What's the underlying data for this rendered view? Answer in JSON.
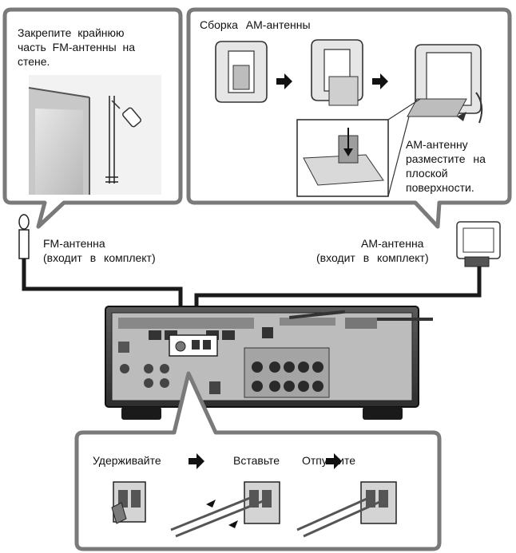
{
  "fm_panel": {
    "instruction_line1": "Закрепите крайнюю",
    "instruction_line2": "часть FM-антенны на",
    "instruction_line3": "стене."
  },
  "am_panel": {
    "title": "Сборка АМ-антенны",
    "placement_line1": "АМ-антенну",
    "placement_line2": "разместите на",
    "placement_line3": "плоской",
    "placement_line4": "поверхности."
  },
  "fm_antenna": {
    "label": "FM-антенна",
    "note": "(входит в комплект)"
  },
  "am_antenna": {
    "label": "АМ-антенна",
    "note": "(входит в комплект)"
  },
  "connect_panel": {
    "step1": "Удерживайте",
    "step2": "Вставьте",
    "step3": "Отпустите"
  },
  "colors": {
    "panel_border": "#7a7a7a",
    "receiver_body": "#3a3a3a",
    "cable": "#1a1a1a"
  }
}
